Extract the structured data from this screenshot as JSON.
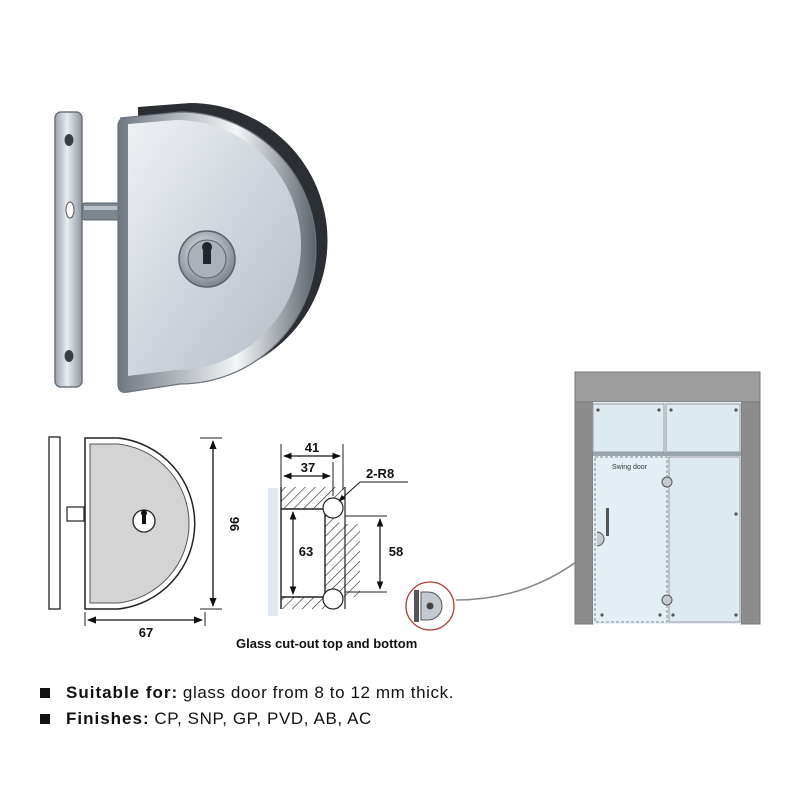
{
  "dimensions": {
    "d41": "41",
    "d37": "37",
    "radius": "2-R8",
    "d63": "63",
    "d58": "58",
    "d96": "96",
    "d67": "67"
  },
  "caption": "Glass cut-out top and bottom",
  "door_label": "Swing door",
  "specs": [
    {
      "label": "Suitable for:",
      "value": "glass door from 8 to 12 mm thick."
    },
    {
      "label": "Finishes:",
      "value": "CP, SNP, GP, PVD, AB, AC"
    }
  ],
  "colors": {
    "metal": "#c9d0d8",
    "metal_dark": "#8a929b",
    "glass": "#e3eff4",
    "frame": "#8c8c8c",
    "frame_top": "#9d9d9d",
    "callout": "#b03a2e"
  }
}
